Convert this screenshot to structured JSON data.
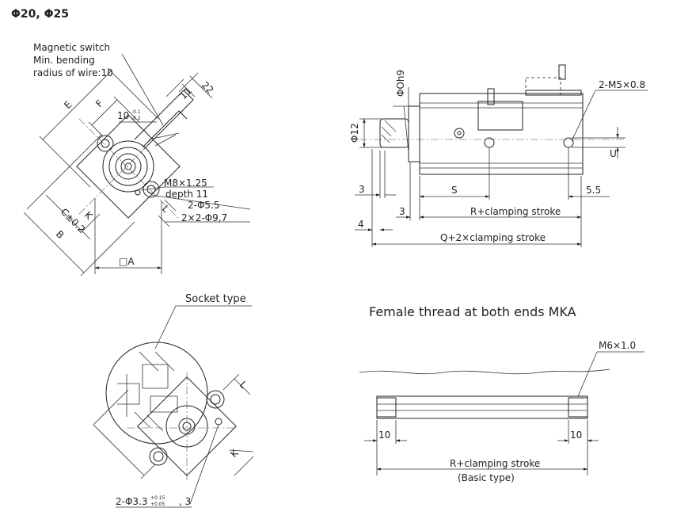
{
  "title": "Φ20, Φ25",
  "view1": {
    "magnetic_switch": "Magnetic switch",
    "min_bending": "Min. bending",
    "bending_radius": "radius of wire:10",
    "dim_e": "E",
    "dim_f": "F",
    "dim_10": "10",
    "tol_upper": "-0.1",
    "tol_lower": "-0.2",
    "dim_11": "11",
    "dim_22": "22",
    "thread": "M8×1.25",
    "depth": "depth 11",
    "hole_55": "2-Φ5.5",
    "hole_97": "2×2-Φ9,7",
    "dim_c": "C±0.2",
    "dim_k": "K",
    "dim_l": "L",
    "dim_b": "B",
    "dim_a": "□A"
  },
  "view2": {
    "phi_0h9": "ΦOh9",
    "phi_12": "Φ12",
    "m5": "2-M5×0.8",
    "dim_u": "U",
    "dim_3a": "3",
    "dim_s": "S",
    "dim_55": "5.5",
    "dim_3b": "3",
    "r_clamping": "R+clamping stroke",
    "dim_4": "4",
    "q_clamping": "Q+2×clamping stroke"
  },
  "view3": {
    "socket_type": "Socket type",
    "dim_l": "L",
    "dim_k": "K",
    "hole_33": "2-Φ3.3",
    "tol_upper": "+0.15",
    "tol_lower": "+0.05",
    "hole_count": ", 3"
  },
  "view4": {
    "title": "Female thread at both ends MKA",
    "m6": "M6×1.0",
    "dim_10a": "10",
    "dim_10b": "10",
    "r_clamping": "R+clamping stroke",
    "basic_type": "(Basic type)"
  }
}
